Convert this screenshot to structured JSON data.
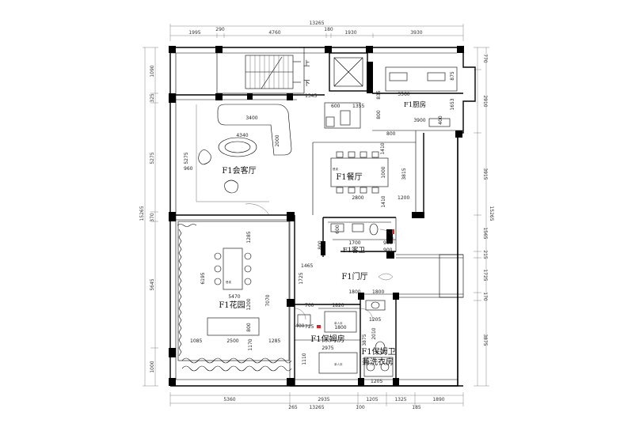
{
  "plan": {
    "top_total": "13265",
    "top_dims": [
      "1995",
      "290",
      "4760",
      "180",
      "1930",
      "3930"
    ],
    "bottom_dims": [
      "5360",
      "2935",
      "1205",
      "1325",
      "1890"
    ],
    "bottom_sub_dims": [
      "265",
      "100",
      "185"
    ],
    "bottom_total": "13265",
    "left_dims": [
      "1090",
      "325",
      "5275",
      "370",
      "5645",
      "1000"
    ],
    "left_total": "15265",
    "right_dims": [
      "770",
      "2910",
      "3915",
      "1565",
      "215",
      "1725",
      "170",
      "3875"
    ],
    "right_total": "15265",
    "rooms": {
      "living": "F1会客厅",
      "dining": "F1餐厅",
      "kitchen": "F1厨房",
      "guest_wc": "F1客卫",
      "foyer": "F1门厅",
      "garden": "F1花园",
      "nanny_room": "F1保姆房",
      "nanny_wc": "F1保姆卫",
      "laundry": "兼洗衣房"
    },
    "stair_up": "上",
    "stair_down": "下",
    "inner_dims": {
      "sofa_w": "3400",
      "sofa_d": "2000",
      "table_w": "4340",
      "living_h": "5275",
      "living_gap": "960",
      "corridor": "1345",
      "wc_top": "1355",
      "w600a": "600",
      "w835": "835",
      "w800a": "800",
      "kitchen_w": "3560",
      "w875": "875",
      "w1653": "1653",
      "kitchen_d": "3900",
      "w400": "400",
      "w800b": "800",
      "dining_w": "2800",
      "dining_l": "1410",
      "dining_r": "1200",
      "dining_h": "3815",
      "table_h": "1000",
      "dining_top": "1410",
      "w600b": "600",
      "w800c": "800",
      "wc_w": "1700",
      "w900a": "900",
      "w900b": "900",
      "w1465": "1465",
      "w1725": "1725",
      "foyer_w": "1800",
      "garden_h": "6195",
      "garden_w": "5470",
      "garden_h2": "7070",
      "garden_top": "1285",
      "garden_c": "1200",
      "garden_l": "1085",
      "garden_bench": "2500",
      "garden_c2": "1170",
      "garden_r": "1285",
      "bench_h": "800",
      "w700": "700",
      "w1820": "1820",
      "w1800b": "1800",
      "w400b": "400",
      "w725": "725",
      "nanny_w": "2975",
      "nanny_l": "1110",
      "nanny_wc_w": "1205",
      "nanny_wc_r": "3875",
      "nanny_wc_a": "2010",
      "nanny_wc_b": "1205",
      "w1800c": "1800"
    }
  }
}
